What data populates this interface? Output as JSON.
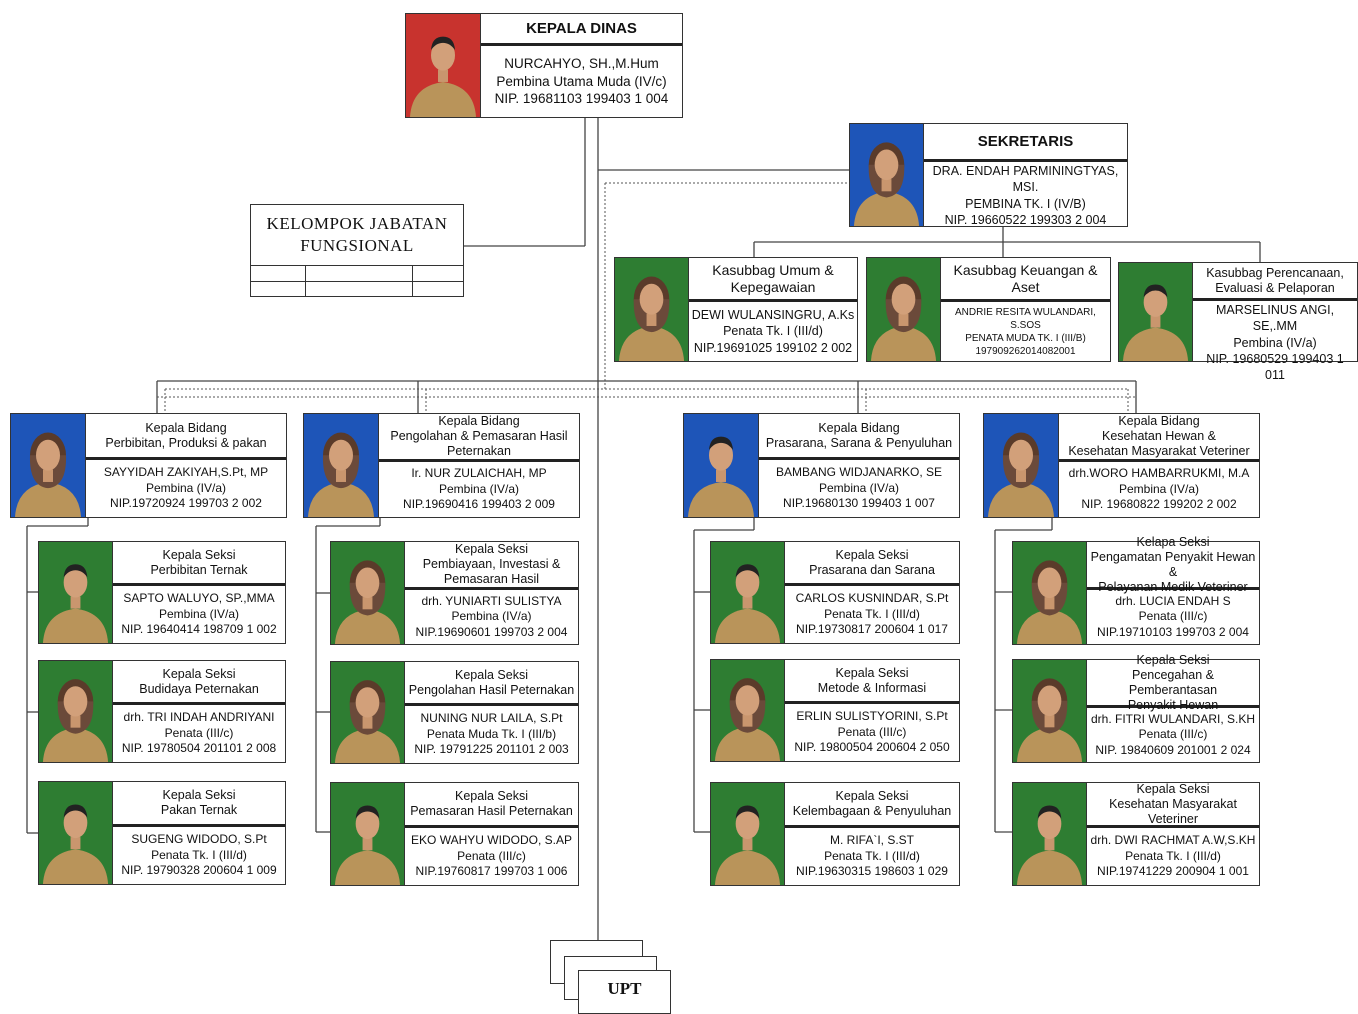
{
  "kepala_dinas": {
    "title": "KEPALA DINAS",
    "name": "NURCAHYO, SH.,M.Hum",
    "rank": "Pembina Utama Muda (IV/c)",
    "nip": "NIP. 19681103 199403 1 004"
  },
  "sekretaris": {
    "title": "SEKRETARIS",
    "name": "DRA. ENDAH PARMININGTYAS, MSI.",
    "rank": "PEMBINA TK. I (IV/B)",
    "nip": "NIP. 19660522 199303 2 004"
  },
  "kelompok_jabatan": {
    "line1": "KELOMPOK JABATAN",
    "line2": "FUNGSIONAL"
  },
  "kasubbag": [
    {
      "title1": "Kasubbag Umum &",
      "title2": "Kepegawaian",
      "name": "DEWI WULANSINGRU, A.Ks",
      "rank": "Penata Tk. I (III/d)",
      "nip": "NIP.19691025 199102 2 002"
    },
    {
      "title1": "Kasubbag Keuangan &",
      "title2": "Aset",
      "name": "ANDRIE RESITA WULANDARI, S.SOS",
      "rank": "PENATA MUDA TK. I (III/B)",
      "nip": "197909262014082001"
    },
    {
      "title1": "Kasubbag Perencanaan,",
      "title2": "Evaluasi & Pelaporan",
      "name": "MARSELINUS ANGI, SE,.MM",
      "rank": "Pembina (IV/a)",
      "nip": "NIP. 19680529 199403 1 011"
    }
  ],
  "bidang": [
    {
      "title1": "Kepala Bidang",
      "title2": "Perbibitan, Produksi & pakan",
      "title3": "",
      "name": "SAYYIDAH ZAKIYAH,S.Pt, MP",
      "rank": "Pembina (IV/a)",
      "nip": "NIP.19720924 199703 2 002",
      "seksi": [
        {
          "title1": "Kepala Seksi",
          "title2": "Perbibitan Ternak",
          "title3": "",
          "name": "SAPTO WALUYO, SP.,MMA",
          "rank": "Pembina  (IV/a)",
          "nip": "NIP. 19640414 198709 1 002"
        },
        {
          "title1": "Kepala Seksi",
          "title2": "Budidaya Peternakan",
          "title3": "",
          "name": "drh. TRI INDAH ANDRIYANI",
          "rank": "Penata  (III/c)",
          "nip": "NIP. 19780504 201101 2 008"
        },
        {
          "title1": "Kepala Seksi",
          "title2": "Pakan Ternak",
          "title3": "",
          "name": "SUGENG WIDODO, S.Pt",
          "rank": "Penata Tk. I (III/d)",
          "nip": "NIP. 19790328 200604 1 009"
        }
      ]
    },
    {
      "title1": "Kepala Bidang",
      "title2": "Pengolahan & Pemasaran Hasil",
      "title3": "Peternakan",
      "name": "Ir. NUR ZULAICHAH, MP",
      "rank": "Pembina  (IV/a)",
      "nip": "NIP.19690416 199403 2 009",
      "seksi": [
        {
          "title1": "Kepala Seksi",
          "title2": "Pembiayaan, Investasi &",
          "title3": "Pemasaran Hasil",
          "name": "drh. YUNIARTI SULISTYA",
          "rank": "Pembina  (IV/a)",
          "nip": "NIP.19690601 199703 2 004"
        },
        {
          "title1": "Kepala Seksi",
          "title2": "Pengolahan Hasil Peternakan",
          "title3": "",
          "name": "NUNING NUR LAILA, S.Pt",
          "rank": "Penata Muda Tk. I (III/b)",
          "nip": "NIP. 19791225 201101 2 003"
        },
        {
          "title1": "Kepala Seksi",
          "title2": "Pemasaran Hasil Peternakan",
          "title3": "",
          "name": "EKO WAHYU WIDODO, S.AP",
          "rank": "Penata  (III/c)",
          "nip": "NIP.19760817 199703 1 006"
        }
      ]
    },
    {
      "title1": "Kepala Bidang",
      "title2": "Prasarana, Sarana & Penyuluhan",
      "title3": "",
      "name": "BAMBANG WIDJANARKO, SE",
      "rank": "Pembina  (IV/a)",
      "nip": "NIP.19680130 199403 1 007",
      "seksi": [
        {
          "title1": "Kepala Seksi",
          "title2": "Prasarana dan Sarana",
          "title3": "",
          "name": "CARLOS KUSNINDAR, S.Pt",
          "rank": "Penata Tk. I (III/d)",
          "nip": "NIP.19730817 200604 1 017"
        },
        {
          "title1": "Kepala Seksi",
          "title2": "Metode & Informasi",
          "title3": "",
          "name": "ERLIN SULISTYORINI, S.Pt",
          "rank": "Penata  (III/c)",
          "nip": "NIP. 19800504 200604 2 050"
        },
        {
          "title1": "Kepala Seksi",
          "title2": "Kelembagaan & Penyuluhan",
          "title3": "",
          "name": "M. RIFA`I, S.ST",
          "rank": "Penata Tk. I (III/d)",
          "nip": "NIP.19630315 198603 1 029"
        }
      ]
    },
    {
      "title1": "Kepala Bidang",
      "title2": "Kesehatan Hewan &",
      "title3": "Kesehatan Masyarakat Veteriner",
      "name": "drh.WORO HAMBARRUKMI, M.A",
      "rank": "Pembina  (IV/a)",
      "nip": "NIP. 19680822 199202 2 002",
      "seksi": [
        {
          "title1": "Kelapa Seksi",
          "title2": "Pengamatan Penyakit Hewan &",
          "title3": "Pelayanan Medik Veteriner",
          "name": "drh. LUCIA ENDAH S",
          "rank": "Penata  (III/c)",
          "nip": "NIP.19710103 199703 2 004"
        },
        {
          "title1": "Kepala Seksi",
          "title2": "Pencegahan & Pemberantasan",
          "title3": "Penyakit Hewan",
          "name": "drh. FITRI WULANDARI, S.KH",
          "rank": "Penata  (III/c)",
          "nip": "NIP. 19840609 201001 2 024"
        },
        {
          "title1": "Kepala Seksi",
          "title2": "Kesehatan Masyarakat Veteriner",
          "title3": "",
          "name": "drh. DWI RACHMAT A.W,S.KH",
          "rank": "Penata  Tk. I (III/d)",
          "nip": "NIP.19741229 200904 1 001"
        }
      ]
    }
  ],
  "upt": {
    "label": "UPT"
  },
  "colors": {
    "photo_red": "#c8332e",
    "photo_blue": "#1e55b8",
    "photo_green": "#2e7d32",
    "uniform": "#b9945a"
  }
}
